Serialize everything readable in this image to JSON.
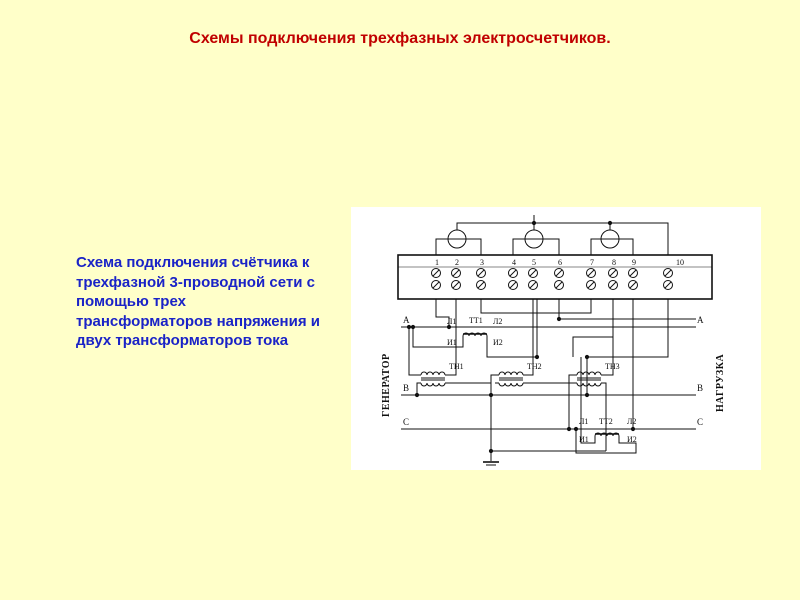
{
  "slide": {
    "title": "Схемы подключения трехфазных электросчетчиков.",
    "caption": "  Схема подключения счётчика к трехфазной 3-проводной сети с помощью трех трансформаторов напряжения и двух трансформаторов тока"
  },
  "diagram": {
    "terminals": [
      "1",
      "2",
      "3",
      "4",
      "5",
      "6",
      "7",
      "8",
      "9",
      "10"
    ],
    "phases": [
      "A",
      "B",
      "C"
    ],
    "phases_right": [
      "A",
      "B",
      "C"
    ],
    "side_left": "ГЕНЕРАТОР",
    "side_right": "НАГРУЗКА",
    "tt1": {
      "name": "ТТ1",
      "l1": "Л1",
      "l2": "Л2",
      "i1": "И1",
      "i2": "И2"
    },
    "tt2": {
      "name": "ТТ2",
      "l1": "Л1",
      "l2": "Л2",
      "i1": "И1",
      "i2": "И2"
    },
    "tn": [
      "ТН1",
      "ТН2",
      "ТН3"
    ]
  }
}
